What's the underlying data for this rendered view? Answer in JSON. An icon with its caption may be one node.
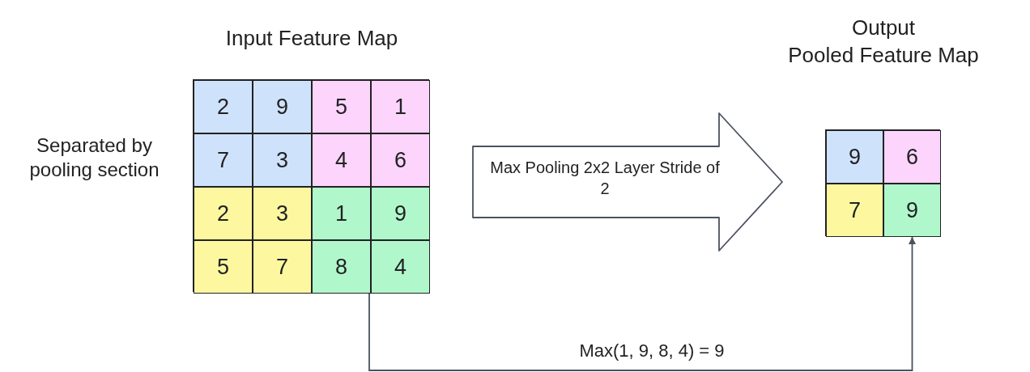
{
  "diagram": {
    "nodes": [
      {
        "text": [
          "Input Feature Map"
        ]
      },
      {
        "text": [
          "2"
        ],
        "in": 0
      },
      {
        "text": [
          "9"
        ],
        "in": 0
      },
      {
        "text": [
          "5"
        ],
        "in": 0
      },
      {
        "text": [
          "1"
        ],
        "in": 0
      },
      {
        "text": [
          "7"
        ],
        "in": 0
      },
      {
        "text": [
          "3"
        ],
        "in": 0
      },
      {
        "text": [
          "4"
        ],
        "in": 0
      },
      {
        "text": [
          "6"
        ],
        "in": 0
      },
      {
        "text": [
          "2"
        ],
        "in": 0
      },
      {
        "text": [
          "3"
        ],
        "in": 0
      },
      {
        "text": [
          "1"
        ],
        "in": 0
      },
      {
        "text": [
          "9"
        ],
        "in": 0
      },
      {
        "text": [
          "5"
        ],
        "in": 0
      },
      {
        "text": [
          "7"
        ],
        "in": 0
      },
      {
        "text": [
          "8"
        ],
        "in": 0
      },
      {
        "text": [
          "4"
        ],
        "in": 0
      },
      {
        "text": [
          "Max Pooling 2x2 Layer Stride of 2"
        ]
      },
      {
        "text": [
          "Output",
          "Pooled Feature Map"
        ]
      },
      {
        "text": [
          "9"
        ],
        "in": 18
      },
      {
        "text": [
          "6"
        ],
        "in": 18
      },
      {
        "text": [
          "7"
        ],
        "in": 18
      },
      {
        "text": [
          "9"
        ],
        "in": 18
      }
    ],
    "edges": [
      {
        "from": 0,
        "to": 22,
        "arrow": "to",
        "label": "Max(1, 9, 8, 4) = 9"
      }
    ],
    "labels": [
      "Separated by pooling section"
    ]
  }
}
